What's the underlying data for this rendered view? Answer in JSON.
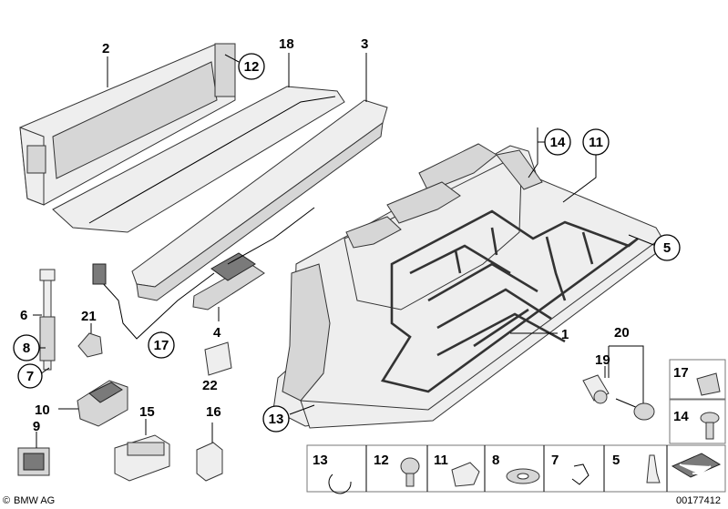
{
  "callouts": {
    "c1": "1",
    "c2": "2",
    "c3": "3",
    "c4": "4",
    "c5": "5",
    "c6": "6",
    "c7": "7",
    "c8": "8",
    "c9": "9",
    "c10": "10",
    "c11": "11",
    "c12": "12",
    "c13": "13",
    "c14": "14",
    "c15": "15",
    "c16": "16",
    "c17": "17",
    "c18": "18",
    "c19": "19",
    "c20": "20",
    "c21": "21",
    "c22": "22"
  },
  "legend_right": [
    "17",
    "14"
  ],
  "legend_bottom": [
    "13",
    "12",
    "11",
    "8",
    "7",
    "5"
  ],
  "footer": {
    "brand": "BMW AG",
    "copyright_symbol": "©",
    "drawing_number": "00177412"
  },
  "colors": {
    "line": "#333333",
    "fill_light": "#eeeeee",
    "fill_mid": "#d6d6d6",
    "fill_dark": "#7a7a7a"
  }
}
